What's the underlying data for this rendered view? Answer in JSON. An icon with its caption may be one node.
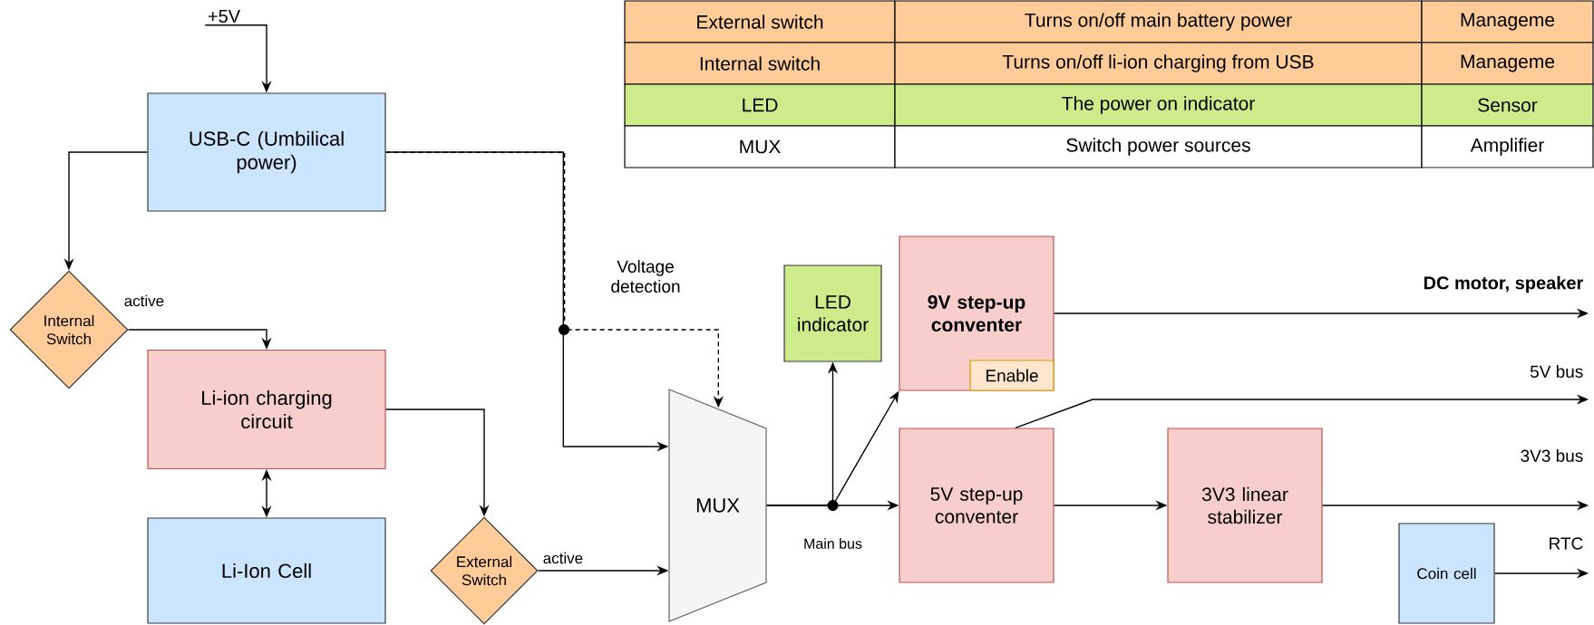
{
  "diagram": {
    "nodes": [
      {
        "text": [
          "+5V"
        ]
      },
      {
        "text": [
          "USB-C (Umbilical power)"
        ]
      },
      {
        "text": [
          "Internal Switch"
        ]
      },
      {
        "text": [
          "Li-ion charging circuit"
        ]
      },
      {
        "text": [
          "Li-Ion Cell"
        ]
      },
      {
        "text": [
          "External Switch"
        ]
      },
      {
        "text": [
          "MUX"
        ]
      },
      {
        "text": [
          "LED indicator"
        ]
      },
      {
        "text": [
          "9V step-up conventer"
        ]
      },
      {
        "text": [
          "Enable"
        ],
        "in": 8
      },
      {
        "text": [
          "5V step-up conventer"
        ]
      },
      {
        "text": [
          "3V3 linear stabilizer"
        ]
      },
      {
        "text": [
          "Coin cell"
        ]
      }
    ],
    "edges": [
      {
        "from": 0,
        "to": 1,
        "arrow": "to"
      },
      {
        "from": 1,
        "to": 2,
        "arrow": "to"
      },
      {
        "from": 1,
        "to": 6,
        "arrow": "to"
      },
      {
        "from": 1,
        "to": 6,
        "arrow": "to",
        "style": "dashed",
        "label": "Voltage detection"
      },
      {
        "from": 2,
        "to": 3,
        "arrow": "to",
        "label": "active"
      },
      {
        "from": 3,
        "to": 4,
        "arrow": "both"
      },
      {
        "from": 3,
        "to": 5,
        "arrow": "to"
      },
      {
        "from": 5,
        "to": 6,
        "arrow": "to",
        "label": "active"
      },
      {
        "from": 6,
        "to": 7,
        "arrow": "to"
      },
      {
        "from": 6,
        "to": 8,
        "arrow": "to"
      },
      {
        "from": 6,
        "to": 10,
        "arrow": "to"
      },
      {
        "from": 8,
        "to": null,
        "arrow": "to",
        "label": "DC motor, speaker"
      },
      {
        "from": 10,
        "to": null,
        "arrow": "to",
        "label": "5V bus"
      },
      {
        "from": 10,
        "to": 11,
        "arrow": "to"
      },
      {
        "from": 11,
        "to": null,
        "arrow": "to",
        "label": "3V3 bus"
      },
      {
        "from": 12,
        "to": null,
        "arrow": "to",
        "label": "RTC"
      }
    ],
    "labels": [
      "External switch",
      "Turns on/off main battery power",
      "Manageme",
      "Internal switch",
      "Turns on/off li-ion charging from USB",
      "Manageme",
      "LED",
      "The power on indicator",
      "Sensor",
      "MUX",
      "Switch power sources",
      "Amplifier",
      "Main bus"
    ]
  }
}
